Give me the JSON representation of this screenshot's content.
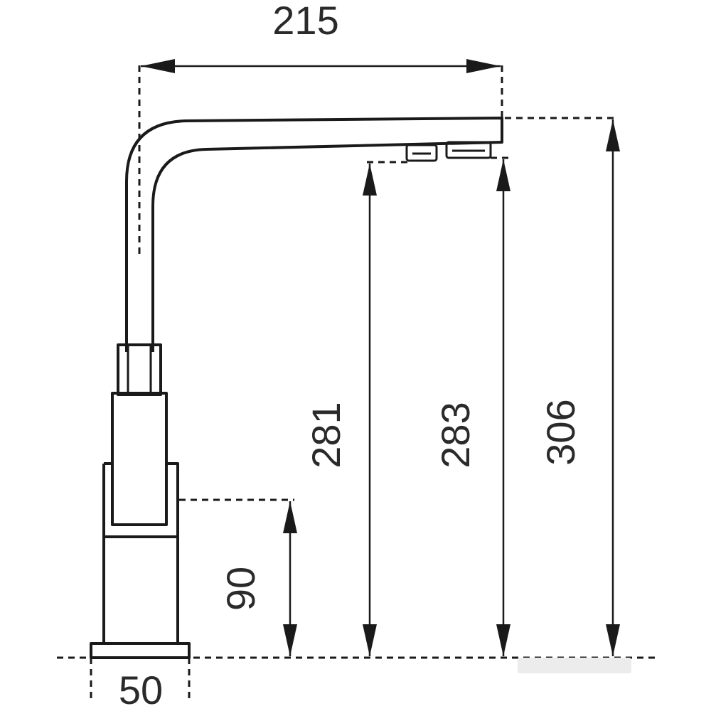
{
  "dimensions": {
    "spout_reach": "215",
    "base_width": "50",
    "base_height": "90",
    "outlet_height_left": "281",
    "outlet_height_right": "283",
    "total_height": "306"
  }
}
